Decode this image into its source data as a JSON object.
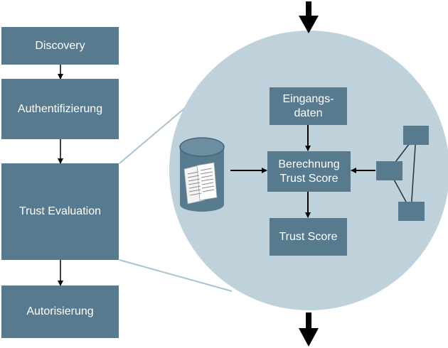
{
  "flow": {
    "steps": [
      {
        "label": "Discovery"
      },
      {
        "label": "Authentifizierung"
      },
      {
        "label": "Trust Evaluation"
      },
      {
        "label": "Autorisierung"
      }
    ]
  },
  "detail": {
    "input_data": {
      "line1": "Eingangs-",
      "line2": "daten"
    },
    "calculation": {
      "line1": "Berechnung",
      "line2": "Trust Score"
    },
    "output": {
      "label": "Trust Score"
    }
  },
  "colors": {
    "box_fill": "#587a8f",
    "circle_fill": "#bfd2dc",
    "arrow": "#000000",
    "network_line": "#1f3441"
  },
  "icons": {
    "database": "database-icon",
    "network": "network-graph-icon"
  }
}
